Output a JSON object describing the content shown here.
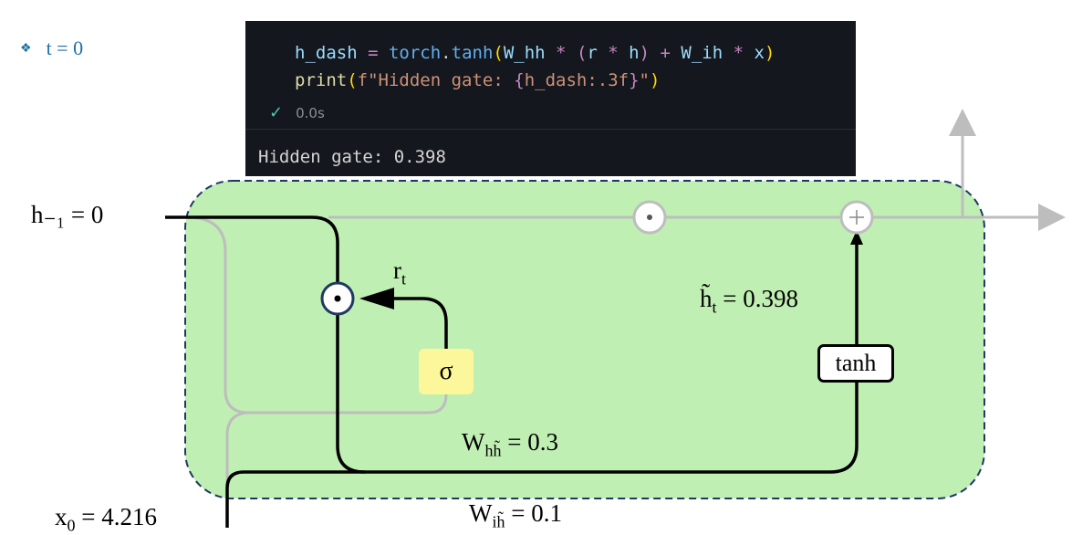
{
  "slide": {
    "bullet_marker": "❖",
    "bullet_text": "t = 0"
  },
  "code": {
    "line1": {
      "a": "h_dash",
      "b": " = ",
      "c": "torch",
      "d": ".",
      "e": "tanh",
      "f": "(",
      "g": "W_hh",
      "h": " * ",
      "i": "(",
      "j": "r",
      "k": " * ",
      "l": "h",
      "m": ")",
      "n": " + ",
      "o": "W_ih",
      "p": " * ",
      "q": "x",
      "r": ")"
    },
    "line2": {
      "a": "print",
      "b": "(",
      "c": "f\"Hidden gate: ",
      "d": "{",
      "e": "h_dash:.3f",
      "f": "}",
      "g": "\"",
      "h": ")"
    },
    "status_icon": "✓",
    "status_time": "0.0s",
    "output": "Hidden gate: 0.398"
  },
  "labels": {
    "h_prev": "h₋₁ = 0",
    "x0_main": "x",
    "x0_sub": "0",
    "x0_rest": " = 4.216",
    "r_main": "r",
    "r_sub": "t",
    "htilde_main": "h̃",
    "htilde_sub": "t",
    "htilde_rest": " = 0.398",
    "w_hh_main": "W",
    "w_hh_sub": "hh̃",
    "w_hh_rest": " = 0.3",
    "w_ih_main": "W",
    "w_ih_sub": "ih̃",
    "w_ih_rest": " = 0.1",
    "tanh": "tanh",
    "sigma": "σ",
    "dot_symbol": "⊙",
    "plus_symbol": "+"
  },
  "colors": {
    "cell_fill": "#c0efb3",
    "cell_border": "#1f3864",
    "gray_line": "#bdbdbd",
    "sigma_fill": "#fbf79a",
    "bullet": "#1f6fa8"
  }
}
